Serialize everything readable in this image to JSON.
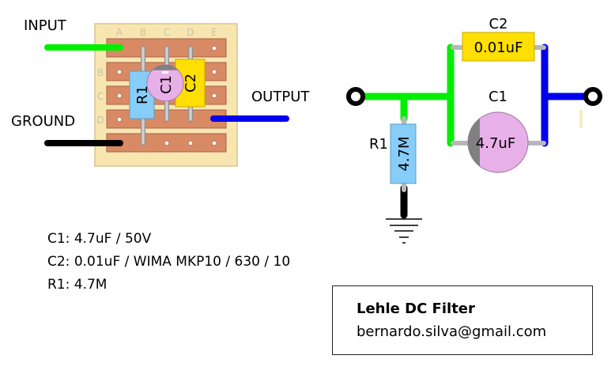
{
  "labels": {
    "input": "INPUT",
    "ground": "GROUND",
    "output": "OUTPUT"
  },
  "board": {
    "columns": [
      "A",
      "B",
      "C",
      "D",
      "E"
    ],
    "rows": [
      "B",
      "C",
      "D"
    ],
    "components": {
      "r1": "R1",
      "c1": "C1",
      "c2": "C2"
    }
  },
  "schematic": {
    "c2_name": "C2",
    "c2_value": "0.01uF",
    "c1_name": "C1",
    "c1_value": "4.7uF",
    "r1_name": "R1",
    "r1_value": "4.7M"
  },
  "colors": {
    "input_wire": "#00ee00",
    "ground_wire": "#000000",
    "output_wire": "#0000ee",
    "board": "#f7e6b0",
    "strip": "#d88a64",
    "resistor": "#87cdf9",
    "electrolytic": "#e8b0e8",
    "film_cap": "#ffdf00"
  },
  "notes": [
    "C1: 4.7uF / 50V",
    "C2: 0.01uF / WIMA MKP10 / 630 / 10",
    "R1: 4.7M"
  ],
  "title_block": {
    "title": "Lehle DC Filter",
    "author": "bernardo.silva@gmail.com"
  }
}
